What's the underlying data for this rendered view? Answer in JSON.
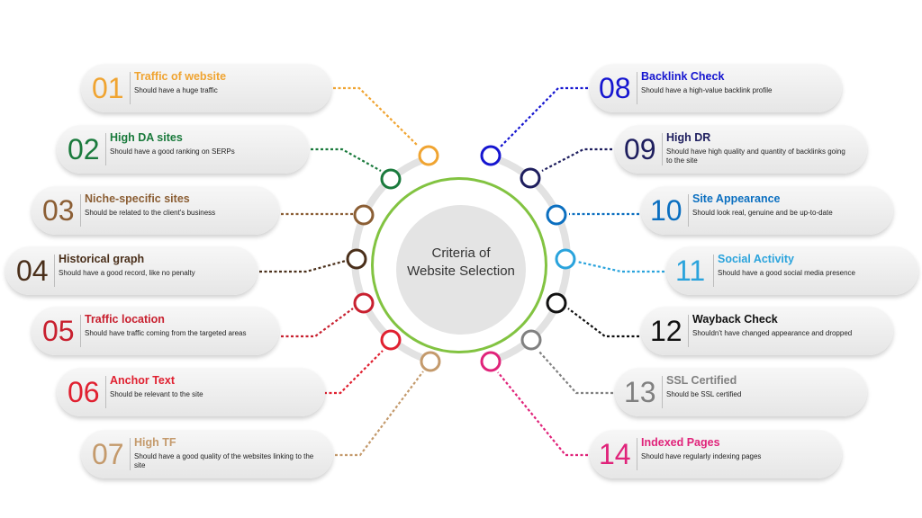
{
  "center": {
    "line1": "Criteria of",
    "line2": "Website Selection",
    "ring_color": "#82c341"
  },
  "criteria": [
    {
      "num": "01",
      "title": "Traffic of website",
      "desc": "Should have a huge traffic",
      "color": "#f0a431"
    },
    {
      "num": "02",
      "title": "High DA sites",
      "desc": "Should have a good ranking on SERPs",
      "color": "#1a7a3c"
    },
    {
      "num": "03",
      "title": "Niche-specific sites",
      "desc": "Should be related to the client's business",
      "color": "#8b5e34"
    },
    {
      "num": "04",
      "title": "Historical graph",
      "desc": "Should have a good record, like no penalty",
      "color": "#4a2f1a"
    },
    {
      "num": "05",
      "title": "Traffic location",
      "desc": "Should have traffic coming from the targeted areas",
      "color": "#c8202f"
    },
    {
      "num": "06",
      "title": "Anchor Text",
      "desc": "Should be relevant to the site",
      "color": "#e02030"
    },
    {
      "num": "07",
      "title": "High TF",
      "desc": "Should have a good quality of the websites linking to the site",
      "color": "#c49a6c"
    },
    {
      "num": "08",
      "title": "Backlink Check",
      "desc": "Should have a high-value backlink profile",
      "color": "#1515d0"
    },
    {
      "num": "09",
      "title": "High DR",
      "desc": "Should have high quality and quantity of backlinks going to the site",
      "color": "#1e1e5e"
    },
    {
      "num": "10",
      "title": "Site Appearance",
      "desc": "Should look real, genuine and be up-to-date",
      "color": "#0b6fc0"
    },
    {
      "num": "11",
      "title": "Social Activity",
      "desc": "Should have a good social media presence",
      "color": "#2aa3dc"
    },
    {
      "num": "12",
      "title": "Wayback Check",
      "desc": "Shouldn't have changed appearance and dropped",
      "color": "#111111"
    },
    {
      "num": "13",
      "title": "SSL Certified",
      "desc": "Should be SSL certified",
      "color": "#808080"
    },
    {
      "num": "14",
      "title": "Indexed Pages",
      "desc": "Should have regularly indexing pages",
      "color": "#e0237a"
    }
  ]
}
